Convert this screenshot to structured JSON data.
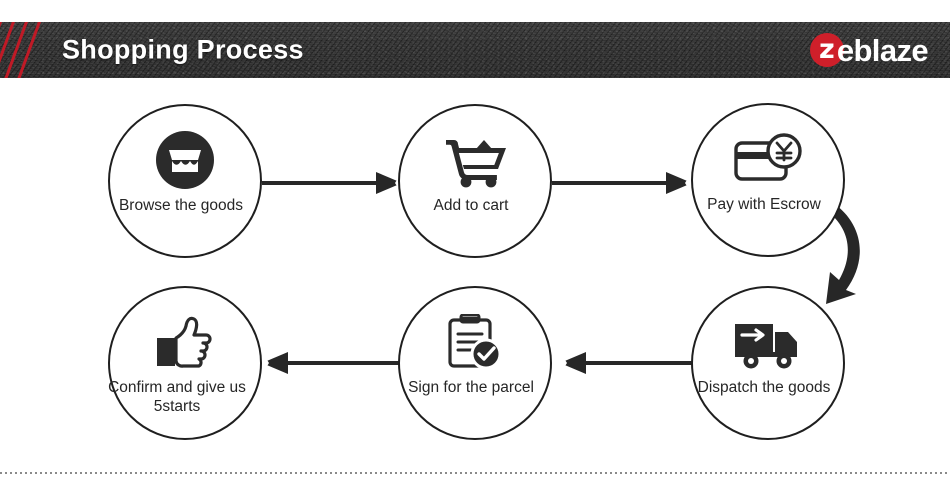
{
  "header": {
    "title": "Shopping Process",
    "logo": {
      "mark_letter": "z",
      "text": "eblaze",
      "accent_color": "#cf1f2a"
    },
    "band_color": "#2e2e2e",
    "stripe_color": "#c01a26",
    "stripe_count": 4
  },
  "flow": {
    "nodes": [
      {
        "id": "browse",
        "icon": "storefront-icon",
        "label": "Browse the goods"
      },
      {
        "id": "cart",
        "icon": "shopping-cart-icon",
        "label": "Add to cart"
      },
      {
        "id": "pay",
        "icon": "credit-card-yen-icon",
        "label": "Pay with Escrow"
      },
      {
        "id": "dispatch",
        "icon": "delivery-truck-icon",
        "label": "Dispatch the goods"
      },
      {
        "id": "sign",
        "icon": "clipboard-check-icon",
        "label": "Sign for the parcel"
      },
      {
        "id": "confirm",
        "icon": "thumbs-up-icon",
        "label": "Confirm and give us 5starts"
      }
    ],
    "connectors": [
      {
        "id": "browse-to-cart",
        "direction": "right"
      },
      {
        "id": "cart-to-pay",
        "direction": "right"
      },
      {
        "id": "pay-to-dispatch",
        "direction": "curve-down-left"
      },
      {
        "id": "dispatch-to-sign",
        "direction": "left"
      },
      {
        "id": "sign-to-confirm",
        "direction": "left"
      }
    ]
  },
  "footer": {
    "divider_style": "dotted"
  }
}
